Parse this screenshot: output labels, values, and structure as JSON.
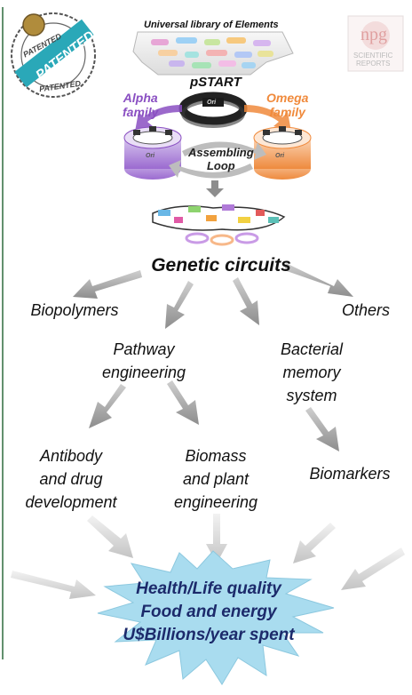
{
  "library": {
    "title": "Universal library of Elements"
  },
  "pstart": {
    "label": "pSTART",
    "ori": "Ori"
  },
  "families": {
    "alpha": "Alpha\nfamily",
    "omega": "Omega\nfamily",
    "loop": "Assembling\nLoop",
    "ori_left": "Ori",
    "ori_right": "Ori"
  },
  "stamp": {
    "top": "PATENTED",
    "center": "PATENTED",
    "bottom": "PATENTED"
  },
  "journal": {
    "logo": "npg",
    "name": "SCIENTIFIC\nREPORTS"
  },
  "hub": {
    "label": "Genetic circuits"
  },
  "applications": {
    "biopolymers": "Biopolymers",
    "others": "Others",
    "pathway": "Pathway\nengineering",
    "memory": "Bacterial\nmemory\nsystem",
    "antibody": "Antibody\nand drug\ndevelopment",
    "biomass": "Biomass\nand plant\nengineering",
    "biomarkers": "Biomarkers"
  },
  "impact": {
    "line1": "Health/Life quality",
    "line2": "Food and energy",
    "line3": "U$Billions/year spent"
  },
  "colors": {
    "alpha": "#8a4fc2",
    "omega": "#f08a3c",
    "burst": "#a9dcef",
    "burst_text": "#1c2a6b",
    "arrow": "#9a9a9a",
    "frame": "#2e6b3e"
  }
}
